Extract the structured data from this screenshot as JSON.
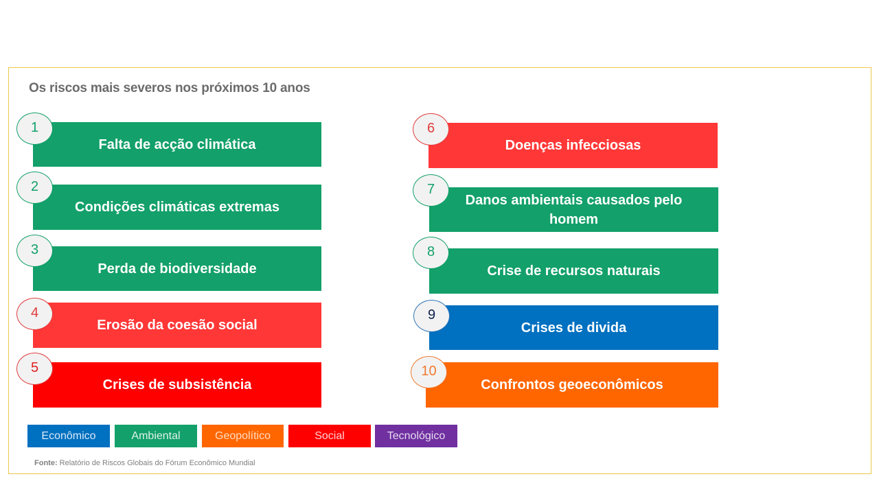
{
  "title": "Os riscos mais severos nos próximos 10 anos",
  "colors": {
    "economico": "#0070C0",
    "ambiental": "#13A06A",
    "geopolitico": "#FF6600",
    "social": "#FF0000",
    "social_light": "#FF3737",
    "tecnologico": "#7030A0",
    "frame_border": "#E8C84A"
  },
  "risks": [
    {
      "rank": "1",
      "label": "Falta de acção climática",
      "category": "Ambiental"
    },
    {
      "rank": "2",
      "label": "Condições climáticas extremas",
      "category": "Ambiental"
    },
    {
      "rank": "3",
      "label": "Perda de biodiversidade",
      "category": "Ambiental"
    },
    {
      "rank": "4",
      "label": "Erosão da coesão social",
      "category": "Social"
    },
    {
      "rank": "5",
      "label": "Crises de subsistência",
      "category": "Social"
    },
    {
      "rank": "6",
      "label": "Doenças infecciosas",
      "category": "Social"
    },
    {
      "rank": "7",
      "label": "Danos ambientais causados pelo homem",
      "category": "Ambiental"
    },
    {
      "rank": "8",
      "label": "Crise de recursos naturais",
      "category": "Ambiental"
    },
    {
      "rank": "9",
      "label": "Crises de divida",
      "category": "Econômico"
    },
    {
      "rank": "10",
      "label": "Confrontos geoeconômicos",
      "category": "Geopolítico"
    }
  ],
  "legend": [
    {
      "label": "Econômico"
    },
    {
      "label": "Ambiental"
    },
    {
      "label": "Geopolítico"
    },
    {
      "label": "Social"
    },
    {
      "label": "Tecnológico"
    }
  ],
  "source": {
    "prefix": "Fonte:",
    "text": " Relatório de Riscos Globais do Fórum Econômico Mundial"
  }
}
